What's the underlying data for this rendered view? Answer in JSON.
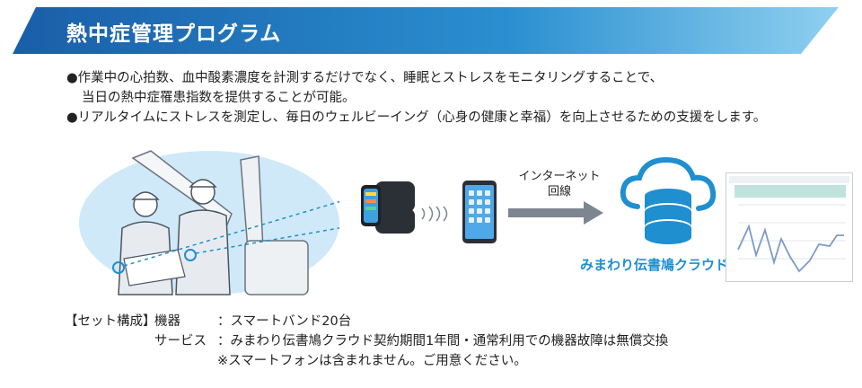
{
  "banner": {
    "title": "熱中症管理プログラム"
  },
  "bullets": [
    "●作業中の心拍数、血中酸素濃度を計測するだけでなく、睡眠とストレスをモニタリングすることで、",
    "当日の熱中症罹患指数を提供することが可能。",
    "●リアルタイムにストレスを測定し、毎日のウェルビーイング（心身の健康と幸福）を向上させるための支援をします。"
  ],
  "diagram": {
    "network_label_1": "インターネット",
    "network_label_2": "回線",
    "cloud_label": "みまわり伝書鳩クラウド"
  },
  "spec": {
    "heading": "【セット構成】",
    "device_label": "機器",
    "device_value": "：スマートバンド20台",
    "service_label": "サービス",
    "service_value": "：みまわり伝書鳩クラウド契約期間1年間・通常利用での機器故障は無償交換",
    "note": "※スマートフォンは含まれません。ご用意ください。"
  },
  "colors": {
    "banner": "#1f6eb5",
    "accent": "#1f8fd0"
  }
}
